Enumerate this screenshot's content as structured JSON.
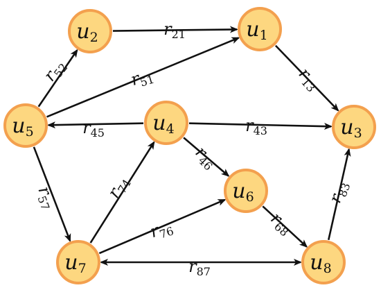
{
  "nodes": [
    {
      "id": "u2",
      "base": "u",
      "sub": "2"
    },
    {
      "id": "u1",
      "base": "u",
      "sub": "1"
    },
    {
      "id": "u5",
      "base": "u",
      "sub": "5"
    },
    {
      "id": "u4",
      "base": "u",
      "sub": "4"
    },
    {
      "id": "u3",
      "base": "u",
      "sub": "3"
    },
    {
      "id": "u6",
      "base": "u",
      "sub": "6"
    },
    {
      "id": "u7",
      "base": "u",
      "sub": "7"
    },
    {
      "id": "u8",
      "base": "u",
      "sub": "8"
    }
  ],
  "edges": [
    {
      "id": "r21",
      "from": "u2",
      "to": "u1",
      "base": "r",
      "sub": "21",
      "bidirectional": false
    },
    {
      "id": "r52",
      "from": "u5",
      "to": "u2",
      "base": "r",
      "sub": "52",
      "bidirectional": false
    },
    {
      "id": "r51",
      "from": "u5",
      "to": "u1",
      "base": "r",
      "sub": "51",
      "bidirectional": false
    },
    {
      "id": "r13",
      "from": "u1",
      "to": "u3",
      "base": "r",
      "sub": "13",
      "bidirectional": false
    },
    {
      "id": "r45",
      "from": "u4",
      "to": "u5",
      "base": "r",
      "sub": "45",
      "bidirectional": false
    },
    {
      "id": "r43",
      "from": "u4",
      "to": "u3",
      "base": "r",
      "sub": "43",
      "bidirectional": false
    },
    {
      "id": "r46",
      "from": "u4",
      "to": "u6",
      "base": "r",
      "sub": "46",
      "bidirectional": false
    },
    {
      "id": "r57",
      "from": "u5",
      "to": "u7",
      "base": "r",
      "sub": "57",
      "bidirectional": false
    },
    {
      "id": "r74",
      "from": "u7",
      "to": "u4",
      "base": "r",
      "sub": "74",
      "bidirectional": false
    },
    {
      "id": "r76",
      "from": "u7",
      "to": "u6",
      "base": "r",
      "sub": "76",
      "bidirectional": false
    },
    {
      "id": "r68",
      "from": "u6",
      "to": "u8",
      "base": "r",
      "sub": "68",
      "bidirectional": false
    },
    {
      "id": "r83",
      "from": "u8",
      "to": "u3",
      "base": "r",
      "sub": "83",
      "bidirectional": false
    },
    {
      "id": "r87",
      "from": "u8",
      "to": "u7",
      "base": "r",
      "sub": "87",
      "bidirectional": true
    }
  ],
  "colors": {
    "node_fill": "#FDD780",
    "node_stroke": "#F3A04E",
    "edge": "#111111"
  }
}
